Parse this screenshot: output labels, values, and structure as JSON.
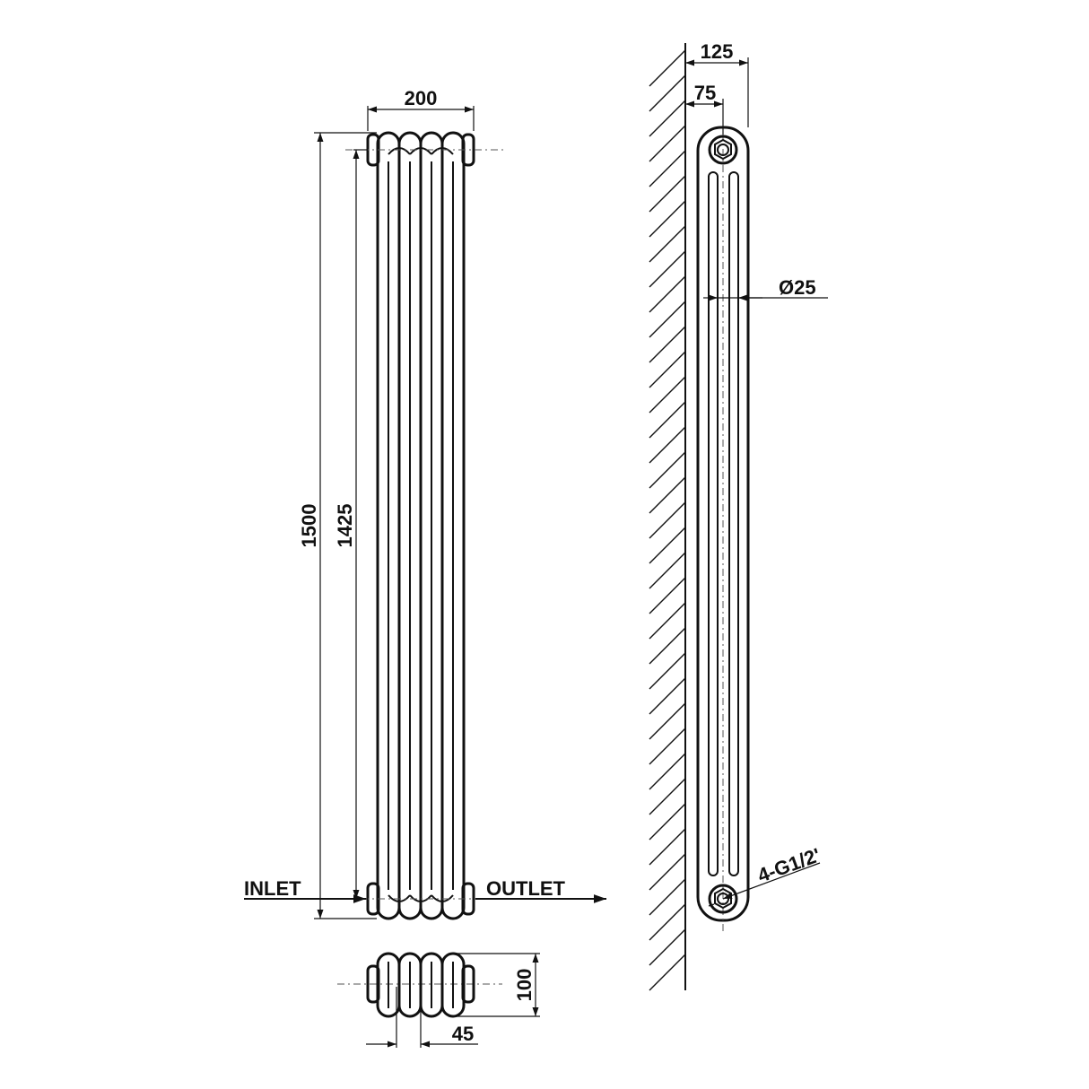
{
  "front_view": {
    "width_label": "200",
    "height_label": "1500",
    "centers_label": "1425",
    "inlet_label": "INLET",
    "outlet_label": "OUTLET"
  },
  "top_view": {
    "depth_label": "100",
    "pitch_label": "45"
  },
  "side_view": {
    "projection_label": "125",
    "axis_label": "75",
    "tube_label": "Ø25",
    "connection_label": "4-G1/2'"
  },
  "colors": {
    "line": "#111111",
    "background": "#ffffff"
  }
}
